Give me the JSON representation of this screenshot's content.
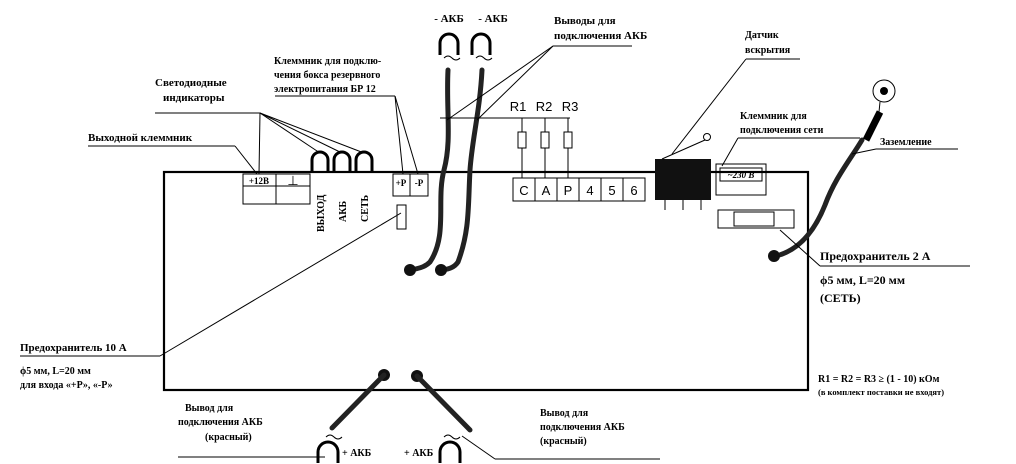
{
  "labels": {
    "minus_akb_1": "- АКБ",
    "minus_akb_2": "- АКБ",
    "vyvody_l1": "Выводы для",
    "vyvody_l2": "подключения АКБ",
    "klemmnik_br_l1": "Клеммник для подклю-",
    "klemmnik_br_l2": "чения бокса резервного",
    "klemmnik_br_l3": "электропитания БР 12",
    "svetodiod_l1": "Светодиодные",
    "svetodiod_l2": "индикаторы",
    "vyhodnoy": "Выходной клеммник",
    "datchik_l1": "Датчик",
    "datchik_l2": "вскрытия",
    "klemmnik_set_l1": "Клеммник для",
    "klemmnik_set_l2": "подключения сети",
    "zazemlenie": "Заземление",
    "fuse2_title": "Предохранитель 2 А",
    "fuse2_spec": "ϕ5 мм, L=20 мм",
    "fuse2_set": "(СЕТЬ)",
    "fuse10_title": "Предохранитель 10 А",
    "fuse10_spec": "ϕ5 мм, L=20 мм",
    "fuse10_input": "для входа «+Р», «-Р»",
    "resistors": "R1 = R2 = R3 ≥ (1 - 10) кОм",
    "resistors_note": "(в комплект поставки не входят)",
    "vyvod_left_l1": "Вывод для",
    "vyvod_left_l2": "подключения АКБ",
    "vyvod_left_l3": "(красный)",
    "vyvod_right_l1": "Вывод для",
    "vyvod_right_l2": "подключения АКБ",
    "vyvod_right_l3": "(красный)",
    "plus_akb_1": "+ АКБ",
    "plus_akb_2": "+ АКБ"
  },
  "terminals": {
    "out_plus": "+12В",
    "out_gnd": "⊥",
    "br_plus": "+Р",
    "br_minus": "-Р",
    "mains": "~230 В",
    "signal": [
      "С",
      "А",
      "Р",
      "4",
      "5",
      "6"
    ]
  },
  "leds": [
    "ВЫХОД",
    "АКБ",
    "СЕТЬ"
  ],
  "resistor_names": [
    "R1",
    "R2",
    "R3"
  ]
}
